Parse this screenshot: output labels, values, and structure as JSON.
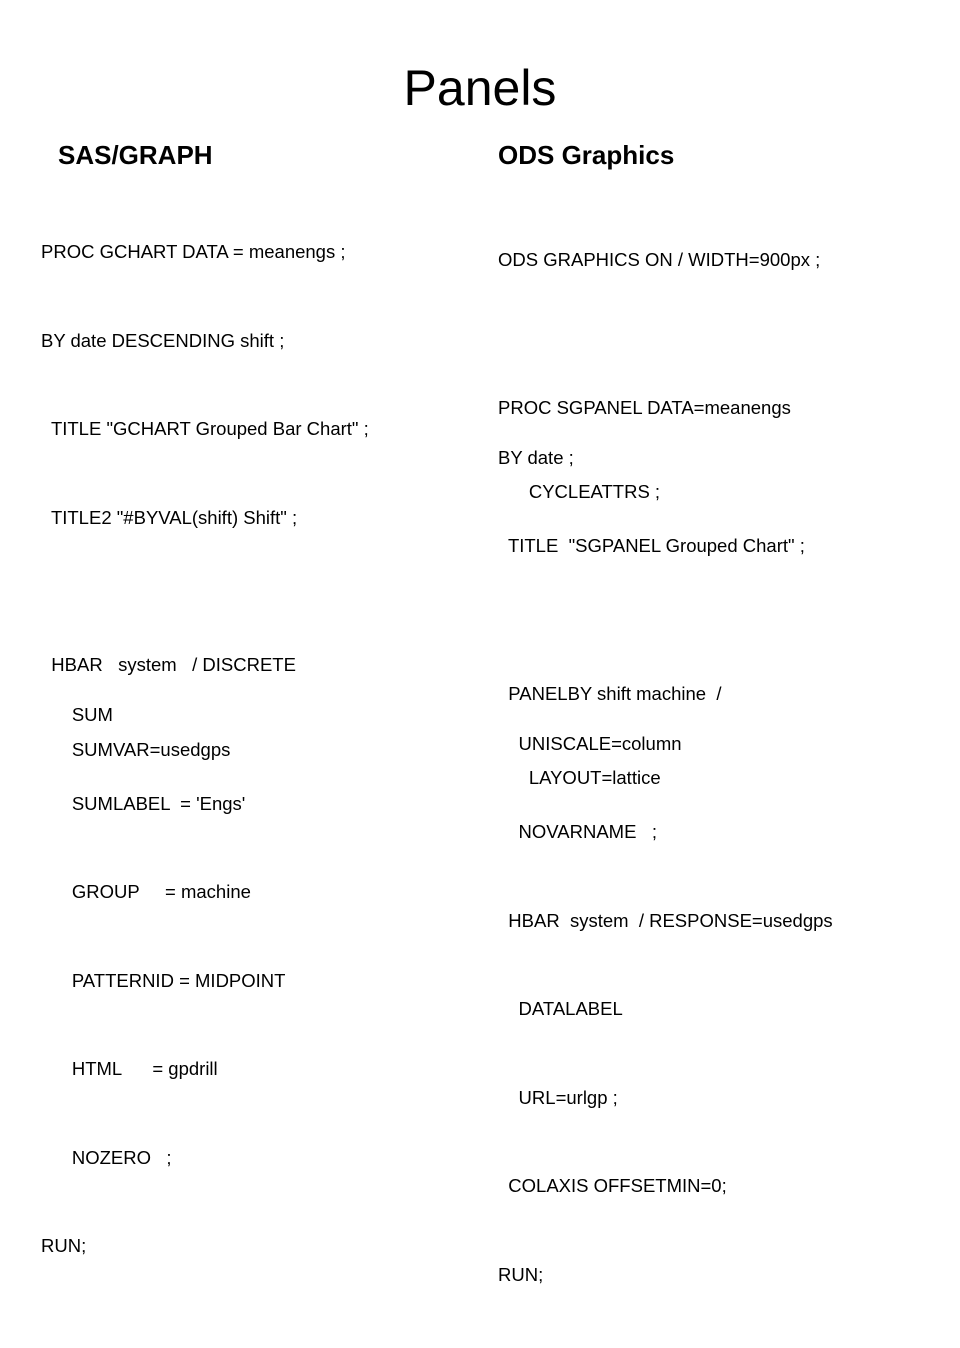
{
  "slide": {
    "title": "Panels",
    "left": {
      "heading": "SAS/GRAPH",
      "lines": [
        "PROC GCHART DATA = meanengs ;",
        "BY date DESCENDING shift ;",
        "  TITLE \"GCHART Grouped Bar Chart\" ;",
        "  TITLE2 \"#BYVAL(shift) Shift\" ;",
        "  HBAR   system   / DISCRETE",
        "      SUMVAR=usedgps",
        "      SUM",
        "      SUMLABEL  = 'Engs'",
        "      GROUP     = machine",
        "      PATTERNID = MIDPOINT",
        "      HTML      = gpdrill",
        "      NOZERO   ;",
        "RUN;"
      ]
    },
    "right": {
      "heading": "ODS Graphics",
      "lines": [
        "ODS GRAPHICS ON / WIDTH=900px ;",
        "PROC SGPANEL DATA=meanengs",
        "      CYCLEATTRS ;",
        "BY date ;",
        "  TITLE  \"SGPANEL Grouped Chart\" ;",
        "  PANELBY shift machine  /",
        "      LAYOUT=lattice",
        "    UNISCALE=column",
        "    NOVARNAME   ;",
        "  HBAR  system  / RESPONSE=usedgps",
        "    DATALABEL",
        "    URL=urlgp ;",
        "  COLAXIS OFFSETMIN=0;",
        "RUN;"
      ]
    }
  }
}
